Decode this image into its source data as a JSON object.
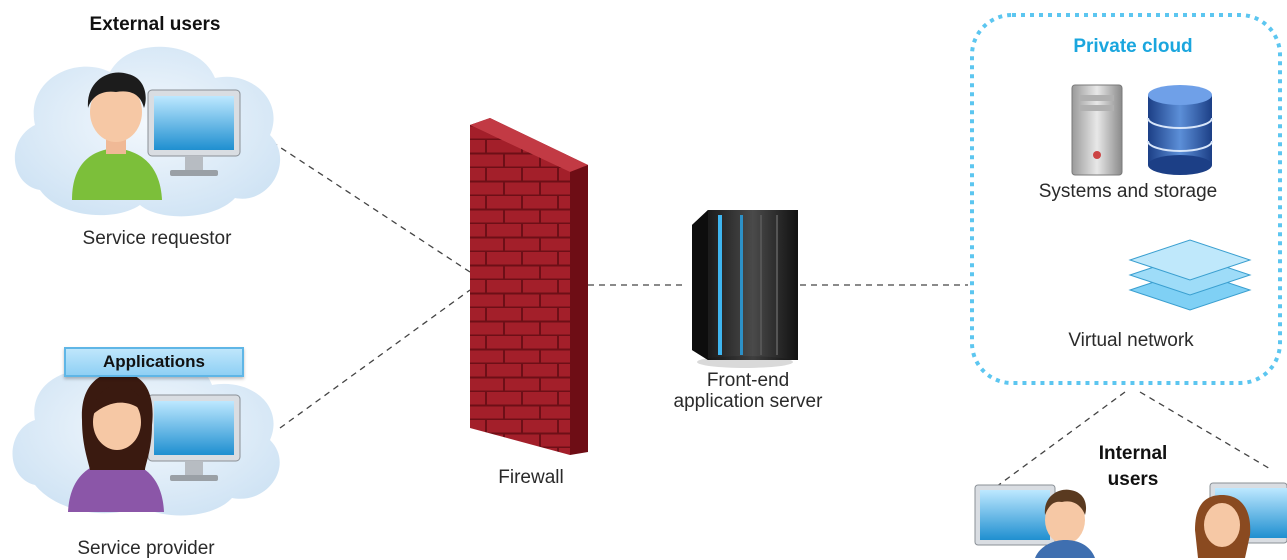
{
  "external_users": {
    "title": "External users"
  },
  "service_requestor": {
    "label": "Service requestor"
  },
  "applications_badge": {
    "label": "Applications"
  },
  "service_provider": {
    "label": "Service provider"
  },
  "firewall": {
    "label": "Firewall"
  },
  "frontend_server": {
    "label_line1": "Front-end",
    "label_line2": "application server"
  },
  "private_cloud": {
    "title": "Private cloud",
    "systems_label": "Systems and storage",
    "network_label": "Virtual network"
  },
  "internal_users": {
    "label_line1": "Internal",
    "label_line2": "users"
  },
  "colors": {
    "cloud_fill": "#dcecf8",
    "private_cloud_border": "#5cc6f0",
    "brick": "#9c1c26",
    "accent": "#1aa6de"
  }
}
